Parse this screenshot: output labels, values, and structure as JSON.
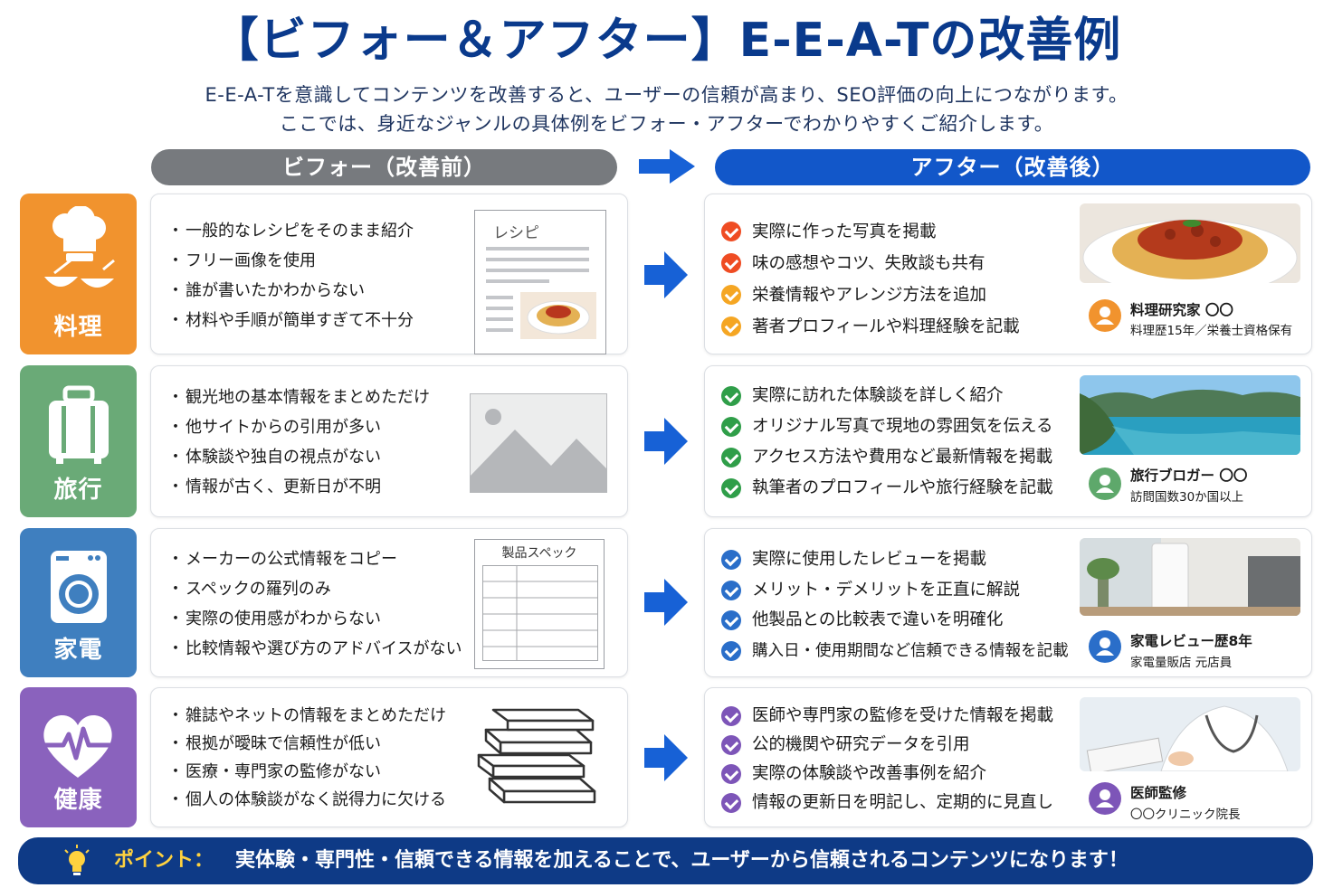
{
  "title": "【ビフォー＆アフター】E-E-A-Tの改善例",
  "subtitle_line1": "E-E-A-Tを意識してコンテンツを改善すると、ユーザーの信頼が高まり、SEO評価の向上につながります。",
  "subtitle_line2": "ここでは、身近なジャンルの具体例をビフォー・アフターでわかりやすくご紹介します。",
  "header_before": "ビフォー（改善前）",
  "header_after": "アフター（改善後）",
  "colors": {
    "title": "#0a3a8c",
    "before_header": "#777a7e",
    "after_header": "#1257c9",
    "arrow": "#1761d6",
    "footer_bg": "#0e3a86",
    "footer_point": "#ffd23f"
  },
  "rows": [
    {
      "category": "料理",
      "category_icon": "chef-hat-icon",
      "category_color": "#f1932e",
      "before_items": [
        "一般的なレシピをそのまま紹介",
        "フリー画像を使用",
        "誰が書いたかわからない",
        "材料や手順が簡単すぎて不十分"
      ],
      "before_figure_label": "レシピ",
      "after_items": [
        "実際に作った写真を掲載",
        "味の感想やコツ、失敗談も共有",
        "栄養情報やアレンジ方法を追加",
        "著者プロフィールや料理経験を記載"
      ],
      "check_colors": [
        "#ef4c23",
        "#ef4c23",
        "#f5a623",
        "#f5a623"
      ],
      "author_name": "料理研究家 〇〇",
      "author_credential": "料理歴15年／栄養士資格保有",
      "avatar_color": "#f1932e"
    },
    {
      "category": "旅行",
      "category_icon": "suitcase-icon",
      "category_color": "#6aaa77",
      "before_items": [
        "観光地の基本情報をまとめただけ",
        "他サイトからの引用が多い",
        "体験談や独自の視点がない",
        "情報が古く、更新日が不明"
      ],
      "before_figure_label": "",
      "after_items": [
        "実際に訪れた体験談を詳しく紹介",
        "オリジナル写真で現地の雰囲気を伝える",
        "アクセス方法や費用など最新情報を掲載",
        "執筆者のプロフィールや旅行経験を記載"
      ],
      "check_colors": [
        "#2f9e49",
        "#2f9e49",
        "#2f9e49",
        "#2f9e49"
      ],
      "author_name": "旅行ブロガー 〇〇",
      "author_credential": "訪問国数30か国以上",
      "avatar_color": "#5ea86b"
    },
    {
      "category": "家電",
      "category_icon": "washing-machine-icon",
      "category_color": "#3f7fbf",
      "before_items": [
        "メーカーの公式情報をコピー",
        "スペックの羅列のみ",
        "実際の使用感がわからない",
        "比較情報や選び方のアドバイスがない"
      ],
      "before_figure_label": "製品スペック",
      "after_items": [
        "実際に使用したレビューを掲載",
        "メリット・デメリットを正直に解説",
        "他製品との比較表で違いを明確化",
        "購入日・使用期間など信頼できる情報を記載"
      ],
      "check_colors": [
        "#2a6ec9",
        "#2a6ec9",
        "#2a6ec9",
        "#2a6ec9"
      ],
      "author_name": "家電レビュー歴8年",
      "author_credential": "家電量販店 元店員",
      "avatar_color": "#2a6ec9"
    },
    {
      "category": "健康",
      "category_icon": "heart-pulse-icon",
      "category_color": "#8a62bd",
      "before_items": [
        "雑誌やネットの情報をまとめただけ",
        "根拠が曖昧で信頼性が低い",
        "医療・専門家の監修がない",
        "個人の体験談がなく説得力に欠ける"
      ],
      "before_figure_label": "",
      "after_items": [
        "医師や専門家の監修を受けた情報を掲載",
        "公的機関や研究データを引用",
        "実際の体験談や改善事例を紹介",
        "情報の更新日を明記し、定期的に見直し"
      ],
      "check_colors": [
        "#7d55b8",
        "#7d55b8",
        "#7d55b8",
        "#7d55b8"
      ],
      "author_name": "医師監修",
      "author_credential": "〇〇クリニック院長",
      "avatar_color": "#7d55b8"
    }
  ],
  "footer": {
    "icon": "lightbulb-icon",
    "point_label": "ポイント：",
    "text": "実体験・専門性・信頼できる情報を加えることで、ユーザーから信頼されるコンテンツになります！"
  }
}
